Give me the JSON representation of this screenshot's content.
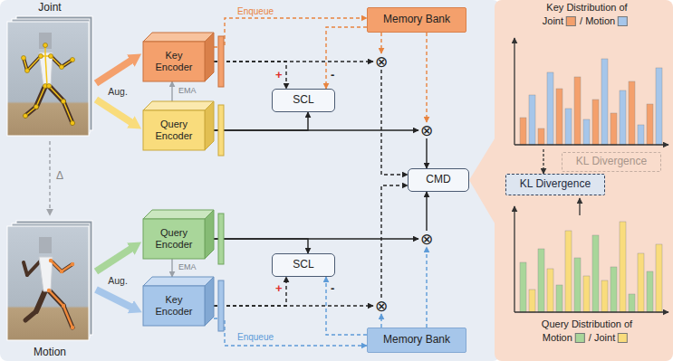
{
  "diagram": {
    "nodes": [
      {
        "text": [
          "Memory Bank"
        ]
      },
      {
        "text": [
          "Key Encoder"
        ]
      },
      {
        "text": [
          "⊗"
        ]
      },
      {
        "text": [
          "SCL"
        ]
      },
      {
        "text": [
          "Query Encoder"
        ]
      },
      {
        "text": [
          "⊗"
        ]
      },
      {
        "text": [
          "CMD"
        ]
      },
      {
        "text": [
          "KL Divergence"
        ]
      },
      {
        "text": [
          "KL Divergence"
        ]
      },
      {
        "text": [
          "Query Encoder"
        ]
      },
      {
        "text": [
          "⊗"
        ]
      },
      {
        "text": [
          "SCL"
        ]
      },
      {
        "text": [
          "Key Encoder"
        ]
      },
      {
        "text": [
          "⊗"
        ]
      },
      {
        "text": [
          "Memory Bank"
        ]
      }
    ],
    "edges": [
      {
        "from": 1,
        "to": 0,
        "label": "Enqueue",
        "arrow": "to"
      },
      {
        "from": 1,
        "to": 2,
        "arrow": "to"
      },
      {
        "from": 1,
        "to": 3,
        "label": "+",
        "arrow": "to"
      },
      {
        "from": 0,
        "to": 3,
        "label": "-",
        "arrow": "to"
      },
      {
        "from": 0,
        "to": 2,
        "arrow": "to"
      },
      {
        "from": 0,
        "to": 5,
        "arrow": "to"
      },
      {
        "from": 4,
        "to": 3,
        "arrow": "to"
      },
      {
        "from": 4,
        "to": 5,
        "arrow": "to"
      },
      {
        "from": 4,
        "to": 1,
        "label": "EMA",
        "arrow": "to"
      },
      {
        "from": 2,
        "to": 6,
        "arrow": "to"
      },
      {
        "from": 5,
        "to": 6,
        "arrow": "to"
      },
      {
        "from": 10,
        "to": 6,
        "arrow": "to"
      },
      {
        "from": 13,
        "to": 6,
        "arrow": "to"
      },
      {
        "from": 9,
        "to": 10,
        "arrow": "to"
      },
      {
        "from": 9,
        "to": 11,
        "arrow": "to"
      },
      {
        "from": 9,
        "to": 12,
        "label": "EMA",
        "arrow": "to"
      },
      {
        "from": 12,
        "to": 11,
        "label": "+",
        "arrow": "to"
      },
      {
        "from": 12,
        "to": 13,
        "arrow": "to"
      },
      {
        "from": 12,
        "to": 14,
        "label": "Enqueue",
        "arrow": "to"
      },
      {
        "from": 14,
        "to": 11,
        "label": "-",
        "arrow": "to"
      },
      {
        "from": 14,
        "to": 13,
        "arrow": "to"
      },
      {
        "from": 14,
        "to": 10,
        "arrow": "to"
      }
    ],
    "labels": [
      "Joint",
      "Aug.",
      "Δ",
      "Aug.",
      "Motion",
      "Key Distribution of",
      "Joint",
      "/ Motion",
      "Query Distribution of",
      "Motion",
      "/ Joint"
    ]
  }
}
